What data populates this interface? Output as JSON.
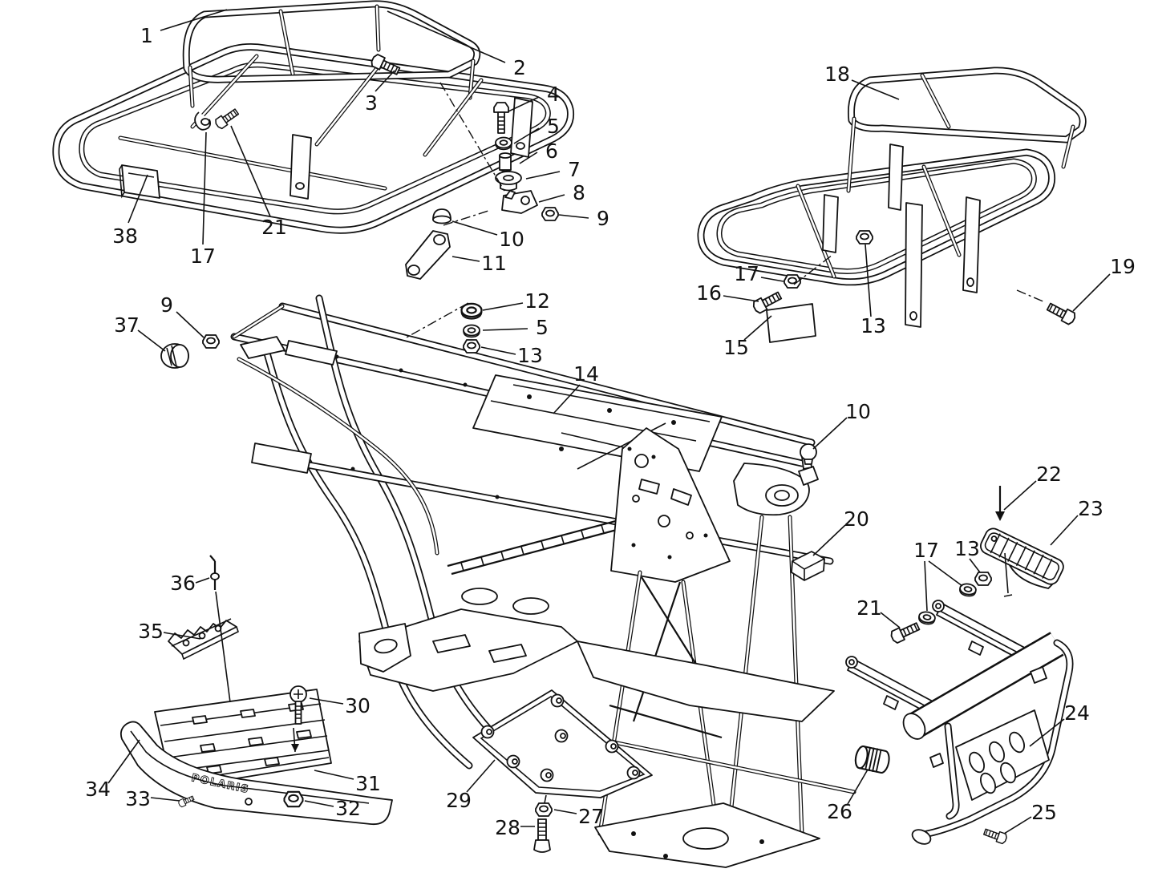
{
  "diagram": {
    "background": "#ffffff",
    "line_color": "#111111",
    "brand_text": "POLARIS"
  },
  "callouts": [
    {
      "label": "1"
    },
    {
      "label": "2"
    },
    {
      "label": "3"
    },
    {
      "label": "38"
    },
    {
      "label": "17"
    },
    {
      "label": "21"
    },
    {
      "label": "4"
    },
    {
      "label": "5"
    },
    {
      "label": "6"
    },
    {
      "label": "7"
    },
    {
      "label": "8"
    },
    {
      "label": "9"
    },
    {
      "label": "10"
    },
    {
      "label": "11"
    },
    {
      "label": "12"
    },
    {
      "label": "5"
    },
    {
      "label": "13"
    },
    {
      "label": "14"
    },
    {
      "label": "18"
    },
    {
      "label": "16"
    },
    {
      "label": "17"
    },
    {
      "label": "15"
    },
    {
      "label": "13"
    },
    {
      "label": "19"
    },
    {
      "label": "37"
    },
    {
      "label": "9"
    },
    {
      "label": "10"
    },
    {
      "label": "20"
    },
    {
      "label": "22"
    },
    {
      "label": "23"
    },
    {
      "label": "17"
    },
    {
      "label": "13"
    },
    {
      "label": "21"
    },
    {
      "label": "24"
    },
    {
      "label": "26"
    },
    {
      "label": "25"
    },
    {
      "label": "36"
    },
    {
      "label": "35"
    },
    {
      "label": "30"
    },
    {
      "label": "34"
    },
    {
      "label": "33"
    },
    {
      "label": "31"
    },
    {
      "label": "32"
    },
    {
      "label": "29"
    },
    {
      "label": "28"
    },
    {
      "label": "27"
    }
  ]
}
